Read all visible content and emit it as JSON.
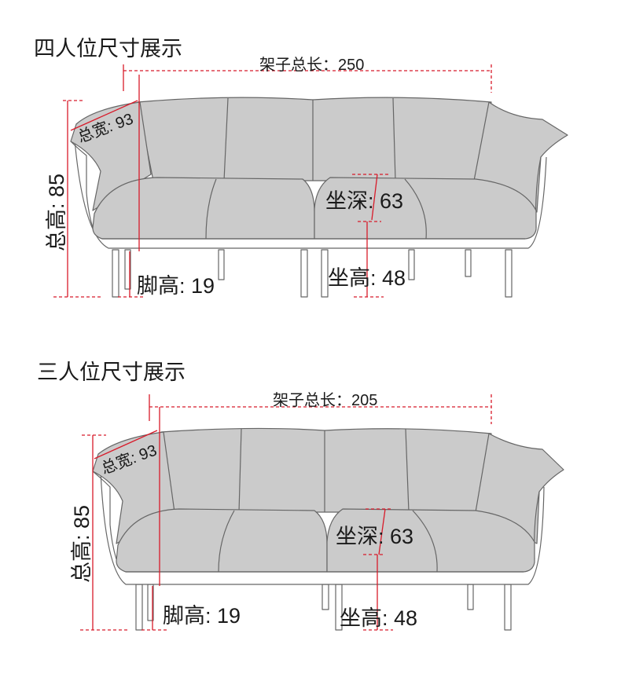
{
  "four_seat": {
    "title": "四人位尺寸展示",
    "frame_length": "架子总长：250",
    "total_width": "总宽: 93",
    "total_height": "总高: 85",
    "seat_depth": "坐深: 63",
    "seat_height": "坐高: 48",
    "leg_height": "脚高: 19"
  },
  "three_seat": {
    "title": "三人位尺寸展示",
    "frame_length": "架子总长：205",
    "total_width": "总宽: 93",
    "total_height": "总高: 85",
    "seat_depth": "坐深: 63",
    "seat_height": "坐高: 48",
    "leg_height": "脚高: 19"
  },
  "colors": {
    "cushion_fill": "#c8c8c8",
    "outline": "#666666",
    "dimension_line": "#d81b2a"
  }
}
